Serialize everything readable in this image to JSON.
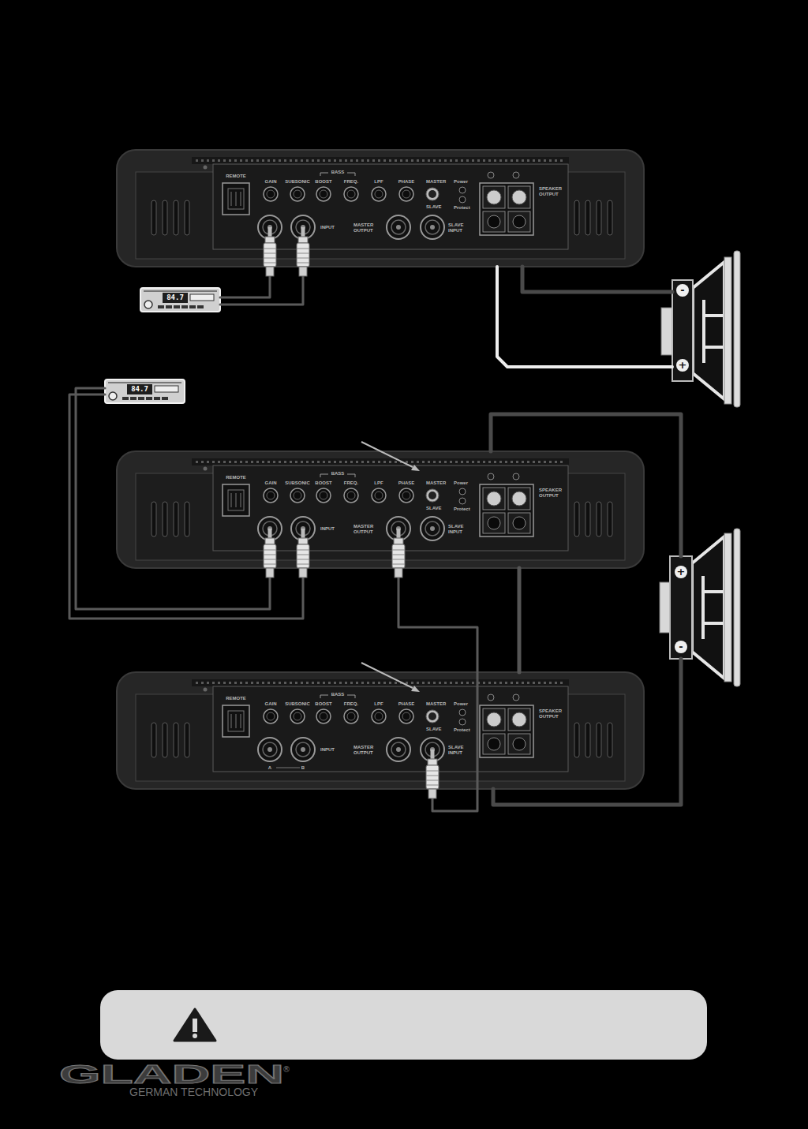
{
  "diagram": {
    "nodes": [
      {
        "text": [
          "REMOTE",
          "GAIN",
          "SUBSONIC",
          "BASS",
          "BOOST",
          "FREQ.",
          "LPF",
          "PHASE",
          "MASTER",
          "SLAVE",
          "Power",
          "Protect",
          "INPUT",
          "MASTER OUTPUT",
          "SLAVE INPUT",
          "SPEAKER OUTPUT"
        ]
      },
      {
        "text": [
          "84.7"
        ]
      },
      {
        "text": [
          "-",
          "+"
        ]
      },
      {
        "text": [
          "84.7"
        ]
      },
      {
        "text": [
          "REMOTE",
          "GAIN",
          "SUBSONIC",
          "BASS",
          "BOOST",
          "FREQ.",
          "LPF",
          "PHASE",
          "MASTER",
          "SLAVE",
          "Power",
          "Protect",
          "INPUT",
          "MASTER OUTPUT",
          "SLAVE INPUT",
          "SPEAKER OUTPUT"
        ]
      },
      {
        "text": [
          "+",
          "-"
        ]
      },
      {
        "text": [
          "REMOTE",
          "GAIN",
          "SUBSONIC",
          "BASS",
          "BOOST",
          "FREQ.",
          "LPF",
          "PHASE",
          "MASTER",
          "SLAVE",
          "Power",
          "Protect",
          "INPUT",
          "MASTER OUTPUT",
          "SLAVE INPUT",
          "SPEAKER OUTPUT",
          "A",
          "B"
        ]
      }
    ],
    "edges": [
      {
        "from": 1,
        "to": 0,
        "arrow": "none"
      },
      {
        "from": 1,
        "to": 0,
        "arrow": "none"
      },
      {
        "from": 0,
        "to": 2,
        "arrow": "none"
      },
      {
        "from": 0,
        "to": 2,
        "arrow": "none"
      },
      {
        "from": 3,
        "to": 4,
        "arrow": "none"
      },
      {
        "from": 3,
        "to": 4,
        "arrow": "none"
      },
      {
        "from": 4,
        "to": 6,
        "arrow": "none"
      },
      {
        "from": 4,
        "to": 6,
        "arrow": "none"
      },
      {
        "from": 4,
        "to": 5,
        "arrow": "none"
      },
      {
        "from": 6,
        "to": 5,
        "arrow": "none"
      }
    ],
    "labels": [
      "GLADEN",
      "®",
      "GERMAN TECHNOLOGY"
    ]
  }
}
